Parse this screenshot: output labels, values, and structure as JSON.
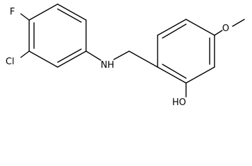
{
  "molecule": {
    "atoms": {
      "fluorine": "F",
      "chlorine": "Cl",
      "amine": "NH",
      "methoxy_oxygen": "O",
      "hydroxyl": "HO"
    }
  }
}
